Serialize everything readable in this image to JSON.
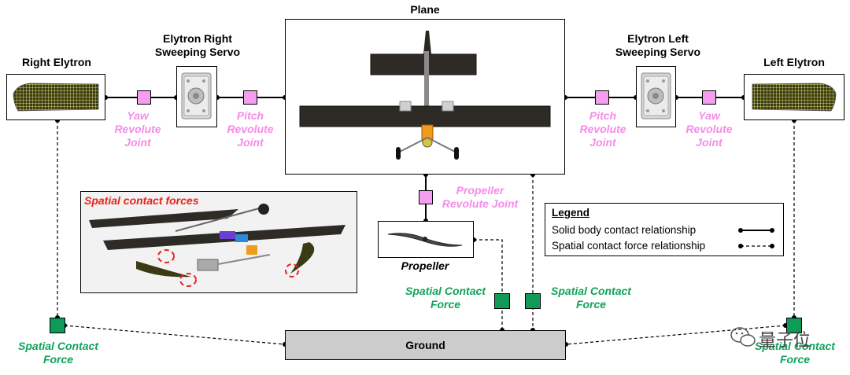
{
  "nodes": {
    "plane": "Plane",
    "right_elytron": "Right Elytron",
    "left_elytron": "Left Elytron",
    "right_servo": "Elytron Right Sweeping Servo",
    "left_servo": "Elytron Left Sweeping Servo",
    "propeller": "Propeller",
    "ground": "Ground"
  },
  "joints": {
    "yaw_right": "Yaw Revolute Joint",
    "pitch_right": "Pitch Revolute Joint",
    "pitch_left": "Pitch Revolute Joint",
    "yaw_left": "Yaw Revolute Joint",
    "propeller": "Propeller Revolute Joint"
  },
  "forces": {
    "left_spatial": "Spatial Contact Force",
    "prop_spatial": "Spatial Contact Force",
    "plane_spatial": "Spatial Contact Force",
    "right_spatial": "Spatial Contact Force"
  },
  "inset": {
    "title": "Spatial contact forces"
  },
  "legend": {
    "title": "Legend",
    "solid": "Solid body contact relationship",
    "spatial": "Spatial contact force relationship"
  },
  "watermark": "量子位",
  "colors": {
    "joint_label": "#f58ce8",
    "joint_fill": "#f59ef0",
    "force_label": "#0fa35a",
    "force_fill": "#0f9a57",
    "ground_fill": "#cccccc",
    "inset_title": "#e8201c"
  }
}
